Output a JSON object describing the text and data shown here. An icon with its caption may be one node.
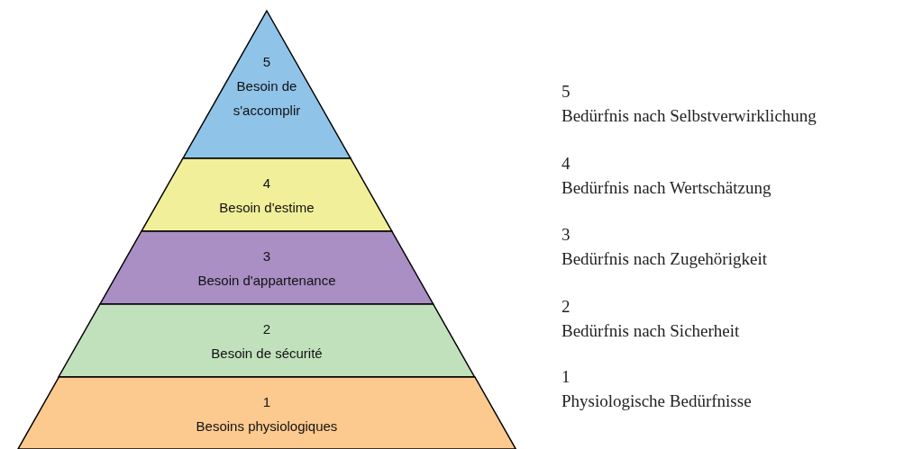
{
  "diagram": {
    "nodes": [
      {
        "text": [
          "5",
          "Besoin de s'accomplir"
        ]
      },
      {
        "text": [
          "4",
          "Besoin d'estime"
        ]
      },
      {
        "text": [
          "3",
          "Besoin d'appartenance"
        ]
      },
      {
        "text": [
          "2",
          "Besoin de sécurité"
        ]
      },
      {
        "text": [
          "1",
          "Besoins physiologiques"
        ]
      }
    ],
    "labels": [
      "5",
      "Bedürfnis nach Selbstverwirklichung",
      "4",
      "Bedürfnis nach Wertschätzung",
      "3",
      "Bedürfnis nach Zugehörigkeit",
      "2",
      "Bedürfnis nach Sicherheit",
      "1",
      "Physiologische Bedürfnisse"
    ]
  }
}
